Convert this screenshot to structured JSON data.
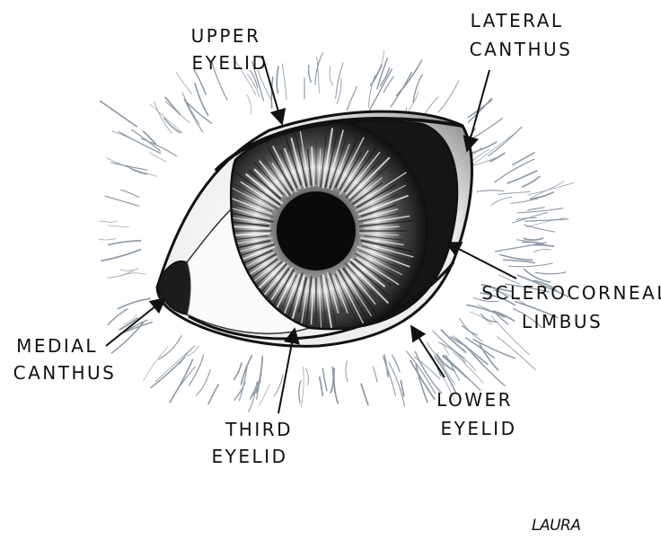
{
  "labels": {
    "upper_eyelid": [
      "UPPER",
      "EYELID"
    ],
    "lateral_canthus": [
      "LATERAL",
      "CANTHUS"
    ],
    "sclerocorneal_limbus": [
      "SCLEROCORNEAL",
      "LIMBUS"
    ],
    "medial_canthus": [
      "MEDIAL",
      "CANTHUS"
    ],
    "third_eyelid": [
      "THIRD",
      "EYELID"
    ],
    "lower_eyelid": [
      "LOWER",
      "EYELID"
    ]
  },
  "signature": "LAURA",
  "colors": {
    "ink": "#111111",
    "fur": "#8d98a6",
    "iris_dark": "#151515",
    "sclera": "#f4f4f4"
  }
}
